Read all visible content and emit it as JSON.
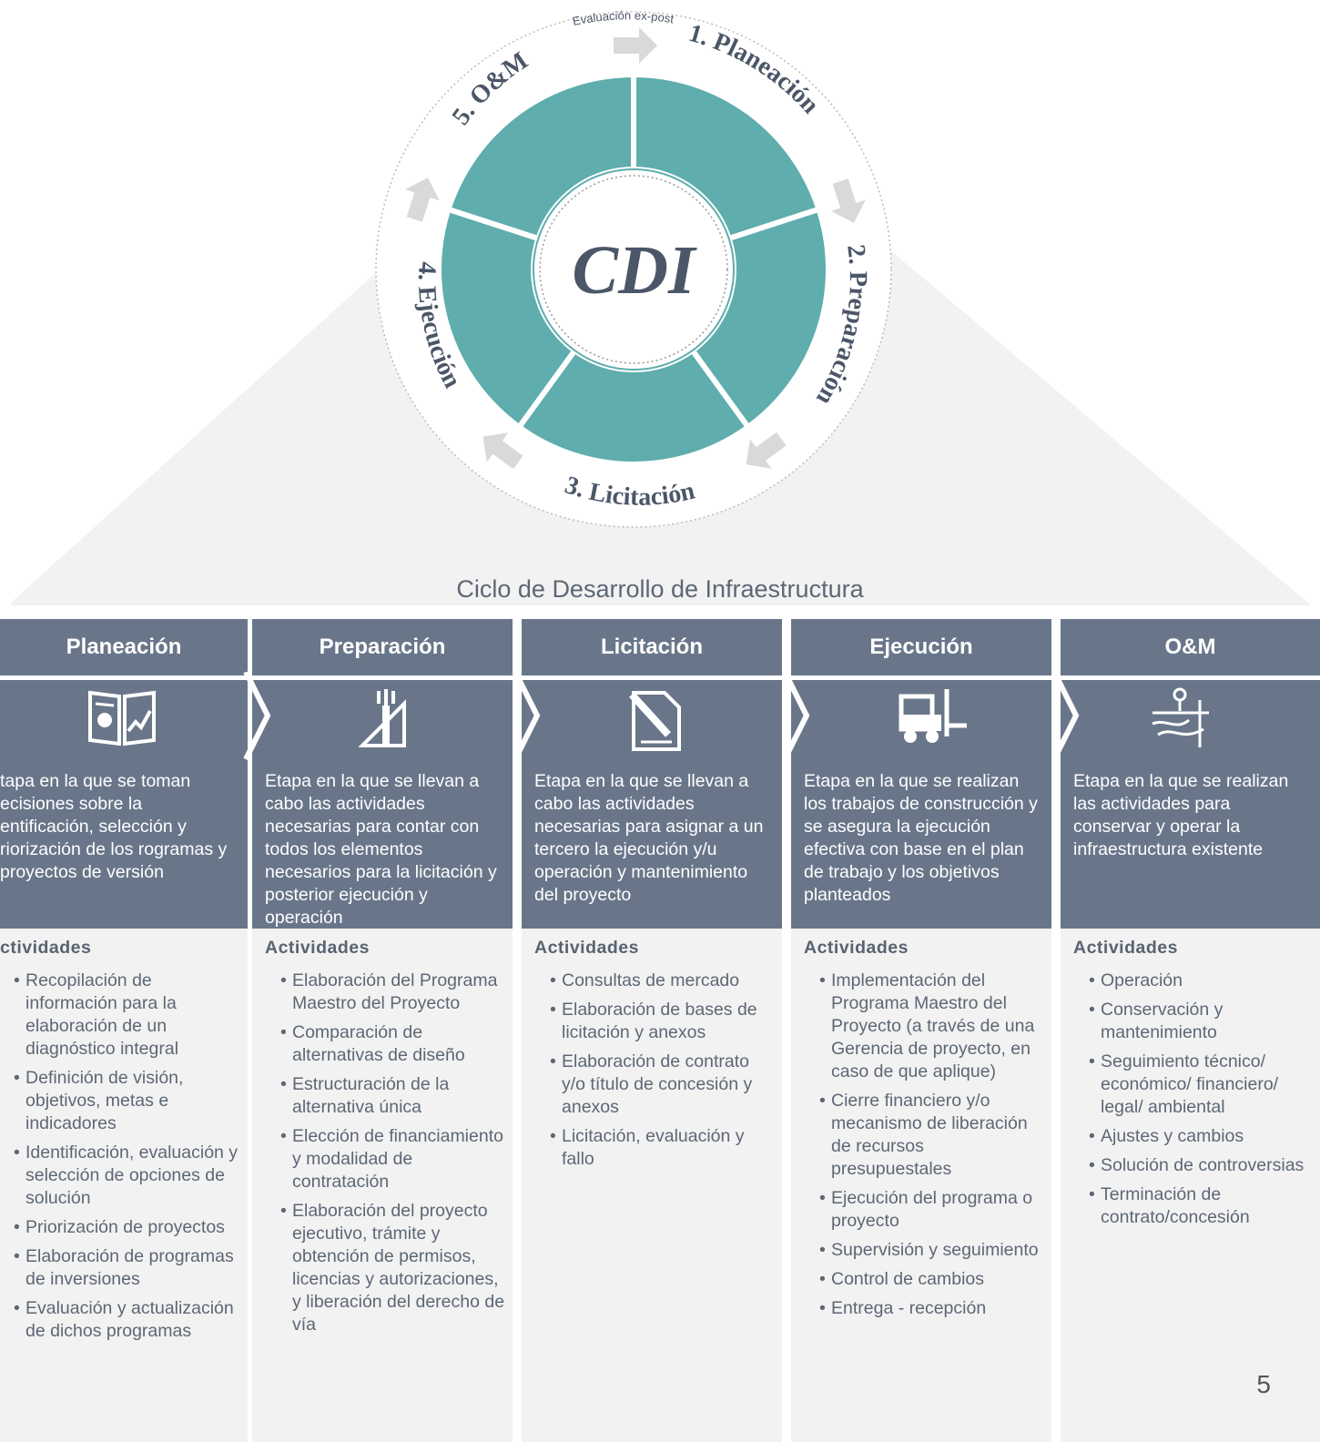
{
  "cycle": {
    "center": "CDI",
    "top_label": "Evaluación ex-post",
    "stages": [
      {
        "label": "1. Planeación"
      },
      {
        "label": "2. Preparación"
      },
      {
        "label": "3. Licitación"
      },
      {
        "label": "4. Ejecución"
      },
      {
        "label": "5. O&M"
      }
    ],
    "colors": {
      "segment": "#5fadad",
      "arrow": "#d9d9d9",
      "text": "#4b5668"
    }
  },
  "title": "Ciclo de Desarrollo de Infraestructura",
  "colors": {
    "band": "#69768a",
    "activities_bg": "#f2f2f2",
    "text": "#5d6775"
  },
  "columns": [
    {
      "header": "Planeación",
      "icon": "report-chart-icon",
      "description": "tapa en la que se toman ecisiones sobre la entificación, selección y riorización de los rogramas y proyectos de versión",
      "activities_title": "ctividades",
      "activities": [
        "Recopilación de información para la elaboración de un diagnóstico integral",
        "Definición de visión, objetivos, metas e indicadores",
        "Identificación, evaluación y selección de opciones de solución",
        "Priorización de proyectos",
        "Elaboración de programas de inversiones",
        "Evaluación y actualización de dichos programas"
      ]
    },
    {
      "header": "Preparación",
      "icon": "design-tools-icon",
      "description": "Etapa en la que se llevan a cabo las actividades necesarias para contar con todos los elementos necesarios para la licitación y posterior ejecución y operación",
      "activities_title": "Actividades",
      "activities": [
        "Elaboración del Programa Maestro del Proyecto",
        "Comparación de alternativas de diseño",
        "Estructuración de la alternativa única",
        "Elección de financiamiento y modalidad de contratación",
        "Elaboración del proyecto ejecutivo, trámite y obtención de permisos, licencias y autorizaciones, y liberación del derecho de vía"
      ]
    },
    {
      "header": "Licitación",
      "icon": "contract-pen-icon",
      "description": "Etapa en la que se llevan a cabo las actividades necesarias para asignar a un tercero la ejecución y/u operación y mantenimiento del proyecto",
      "activities_title": "Actividades",
      "activities": [
        "Consultas de mercado",
        "Elaboración de bases de licitación y anexos",
        "Elaboración de contrato y/o título de concesión y anexos",
        "Licitación, evaluación y fallo"
      ]
    },
    {
      "header": "Ejecución",
      "icon": "forklift-icon",
      "description": "Etapa en la que se realizan los trabajos de construcción y se asegura la ejecución efectiva con base en el plan de trabajo y los objetivos planteados",
      "activities_title": "Actividades",
      "activities": [
        "Implementación del Programa Maestro del Proyecto (a través de una Gerencia de proyecto, en caso de que aplique)",
        "Cierre financiero y/o mecanismo de liberación de recursos presupuestales",
        "Ejecución del programa o proyecto",
        "Supervisión y seguimiento",
        "Control de cambios",
        "Entrega - recepción"
      ]
    },
    {
      "header": "O&M",
      "icon": "route-map-icon",
      "description": "Etapa en la que se realizan las actividades para conservar y operar la infraestructura existente",
      "activities_title": "Actividades",
      "activities": [
        "Operación",
        "Conservación y mantenimiento",
        "Seguimiento técnico/ económico/ financiero/ legal/ ambiental",
        "Ajustes y cambios",
        "Solución de controversias",
        "Terminación de contrato/concesión"
      ]
    }
  ],
  "page_number": "5"
}
